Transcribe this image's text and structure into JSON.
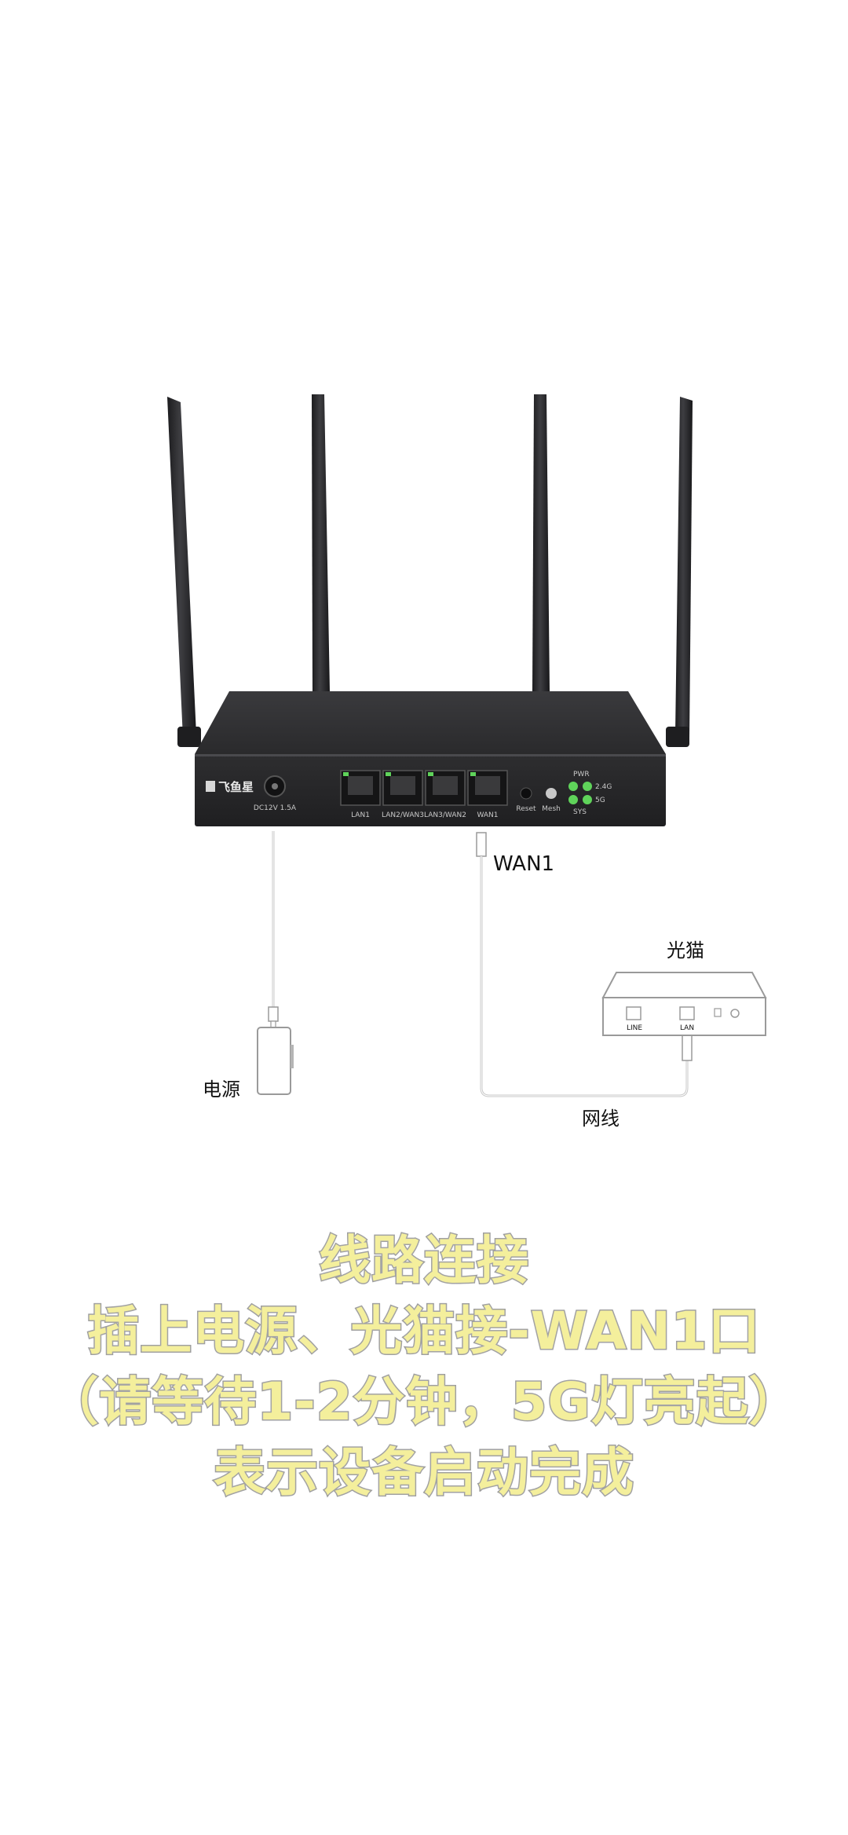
{
  "router": {
    "brand": "飞鱼星",
    "power_spec": "DC12V 1.5A",
    "ports": [
      "LAN1",
      "LAN2/WAN3",
      "LAN3/WAN2",
      "WAN1"
    ],
    "buttons": [
      "Reset",
      "Mesh"
    ],
    "leds": [
      "PWR",
      "2.4G",
      "5G",
      "SYS"
    ]
  },
  "labels": {
    "wan_port": "WAN1",
    "modem": "光猫",
    "power": "电源",
    "cable": "网线"
  },
  "modem_ports": [
    "LINE",
    "LAN"
  ],
  "caption": {
    "line1": "线路连接",
    "line2": "插上电源、光猫接-WAN1口",
    "line3": "（请等待1-2分钟，5G灯亮起）",
    "line4": "表示设备启动完成"
  },
  "colors": {
    "router_body": "#2c2c2e",
    "led_green": "#5fd35a",
    "caption_fill": "#f4ef9c",
    "caption_stroke": "#9c9c9c"
  }
}
